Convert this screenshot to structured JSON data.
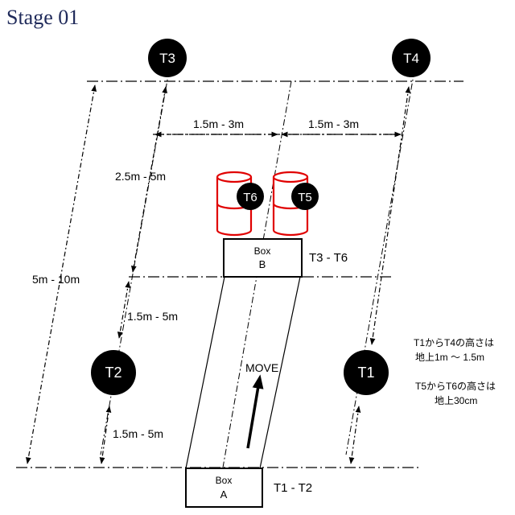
{
  "title": "Stage 01",
  "targets": {
    "t1": "T1",
    "t2": "T2",
    "t3": "T3",
    "t4": "T4",
    "t5": "T5",
    "t6": "T6"
  },
  "boxes": {
    "a": {
      "line1": "Box",
      "line2": "A",
      "range": "T1 - T2"
    },
    "b": {
      "line1": "Box",
      "line2": "B",
      "range": "T3 - T6"
    }
  },
  "dimensions": {
    "top_left": "1.5m - 3m",
    "top_right": "1.5m - 3m",
    "t3_to_box_b": "2.5m - 5m",
    "overall": "5m - 10m",
    "box_b_to_t2": "1.5m - 5m",
    "t2_to_box_a": "1.5m - 5m"
  },
  "move_label": "MOVE",
  "notes": {
    "line1": "T1からT4の高さは",
    "line2": "地上1m ～ 1.5m",
    "line3": "T5からT6の高さは",
    "line4": "地上30cm"
  },
  "colors": {
    "ink": "#000000",
    "barrel": "#e00000",
    "title": "#1f2a5a"
  }
}
